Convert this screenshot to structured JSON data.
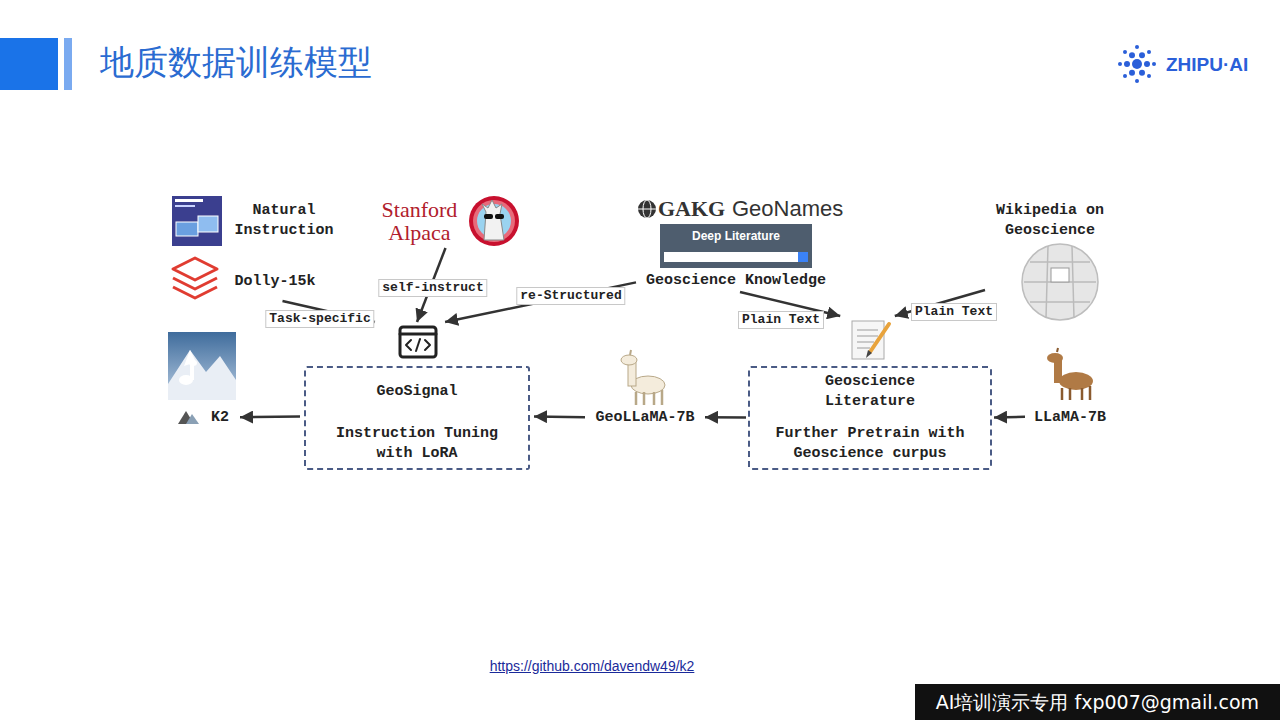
{
  "diagram": {
    "title": "地质数据训练模型",
    "caption": "https://github.com/davendw49/k2",
    "nodes": [
      {
        "text": [
          "Natural Instruction"
        ]
      },
      {
        "text": [
          "Dolly-15k"
        ]
      },
      {
        "text": [
          "Stanford Alpaca"
        ]
      },
      {
        "text": [
          "GAKG",
          "GeoNames",
          "Deep Literature",
          "Geoscience Knowledge"
        ]
      },
      {
        "text": [
          "Wikipedia on Geoscience"
        ]
      },
      {
        "text": [
          "K2"
        ]
      },
      {
        "text": [
          "GeoSignal",
          "Instruction Tuning with LoRA"
        ]
      },
      {
        "text": [
          "GeoLLaMA-7B"
        ]
      },
      {
        "text": [
          "Geoscience Literature",
          "Further Pretrain with Geoscience curpus"
        ]
      },
      {
        "text": [
          "LLaMA-7B"
        ]
      }
    ],
    "edges": [
      {
        "from": 1,
        "to": 6,
        "label": "Task-specific",
        "arrow": "to"
      },
      {
        "from": 2,
        "to": 6,
        "label": "self-instruct",
        "arrow": "to"
      },
      {
        "from": 3,
        "to": 6,
        "label": "re-Structured",
        "arrow": "to"
      },
      {
        "from": 3,
        "to": 8,
        "label": "Plain Text",
        "arrow": "to"
      },
      {
        "from": 4,
        "to": 8,
        "label": "Plain Text",
        "arrow": "to"
      },
      {
        "from": 9,
        "to": 8,
        "arrow": "to"
      },
      {
        "from": 8,
        "to": 7,
        "arrow": "to"
      },
      {
        "from": 7,
        "to": 6,
        "arrow": "to"
      },
      {
        "from": 6,
        "to": 5,
        "arrow": "to"
      }
    ],
    "labels": [
      "ZHIPU·AI",
      "AI培训演示专用 fxp007@gmail.com"
    ]
  }
}
